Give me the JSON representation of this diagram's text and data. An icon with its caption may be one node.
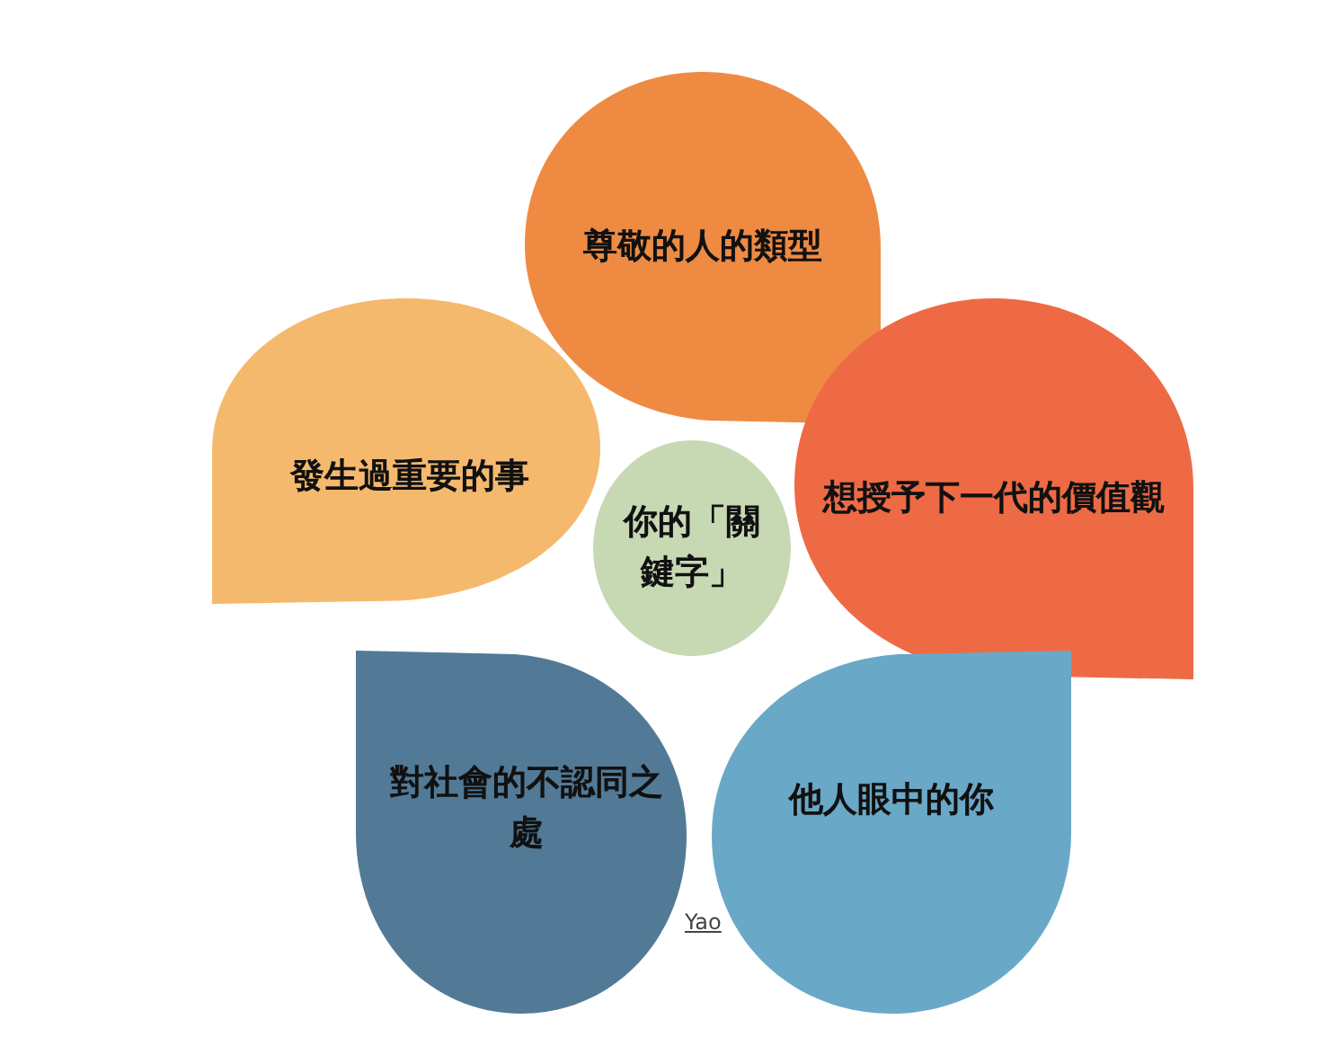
{
  "diagram": {
    "nodes": [
      {
        "text": [
          "尊敬的人的類型"
        ]
      },
      {
        "text": [
          "發生過重要的事"
        ]
      },
      {
        "text": [
          "你的「關鍵字」"
        ]
      },
      {
        "text": [
          "想授予下一代的價值觀"
        ]
      },
      {
        "text": [
          "對社會的不認同之處"
        ]
      },
      {
        "text": [
          "他人眼中的你"
        ]
      }
    ],
    "labels": [
      "Yao"
    ]
  }
}
